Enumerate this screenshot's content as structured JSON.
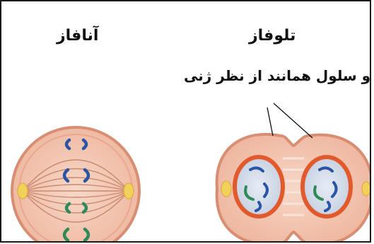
{
  "labels": {
    "anaphase": "آنافاز",
    "telophase": "تلوفاز",
    "description": "دو سلول همانند از نظر ژنی"
  },
  "colors": {
    "cell_fill": "#f3c3ae",
    "cell_edge": "#d88e72",
    "spindle": "#c98a6f",
    "nucleus_ring": "#e25a2c",
    "nucleus_fill": "#c9d6e6",
    "chromosome_blue": "#2a54a6",
    "chromosome_green": "#2f8a5a",
    "centrosome": "#f2d15a"
  },
  "icons": [
    "anaphase-cell",
    "telophase-cell",
    "pointer-lines"
  ]
}
